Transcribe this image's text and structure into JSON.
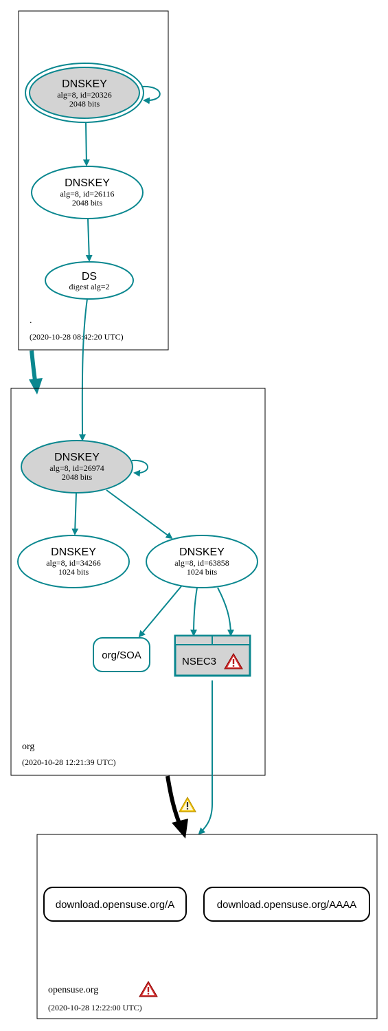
{
  "colors": {
    "edge": "#0a878f",
    "key_fill_sep": "#d3d3d3",
    "warning_red": "#d32f2f",
    "warning_yellow": "#f2c200",
    "delegation_insecure": "#000000"
  },
  "zones": {
    "root": {
      "name": ".",
      "timestamp": "(2020-10-28 08:42:20 UTC)"
    },
    "org": {
      "name": "org",
      "timestamp": "(2020-10-28 12:21:39 UTC)"
    },
    "opensuse": {
      "name": "opensuse.org",
      "timestamp": "(2020-10-28 12:22:00 UTC)",
      "status_icon": "warning-icon"
    }
  },
  "nodes": {
    "root_ksk": {
      "title": "DNSKEY",
      "line1": "alg=8, id=20326",
      "line2": "2048 bits"
    },
    "root_zsk": {
      "title": "DNSKEY",
      "line1": "alg=8, id=26116",
      "line2": "2048 bits"
    },
    "org_ds": {
      "title": "DS",
      "line1": "digest alg=2"
    },
    "org_ksk": {
      "title": "DNSKEY",
      "line1": "alg=8, id=26974",
      "line2": "2048 bits"
    },
    "org_zsk1": {
      "title": "DNSKEY",
      "line1": "alg=8, id=34266",
      "line2": "1024 bits"
    },
    "org_zsk2": {
      "title": "DNSKEY",
      "line1": "alg=8, id=63858",
      "line2": "1024 bits"
    },
    "org_soa": {
      "label": "org/SOA"
    },
    "org_nsec3": {
      "label": "NSEC3",
      "icon": "warning-icon"
    },
    "rr_a": {
      "label": "download.opensuse.org/A"
    },
    "rr_aaaa": {
      "label": "download.opensuse.org/AAAA"
    }
  },
  "delegation_warning_icon": "warning-icon"
}
